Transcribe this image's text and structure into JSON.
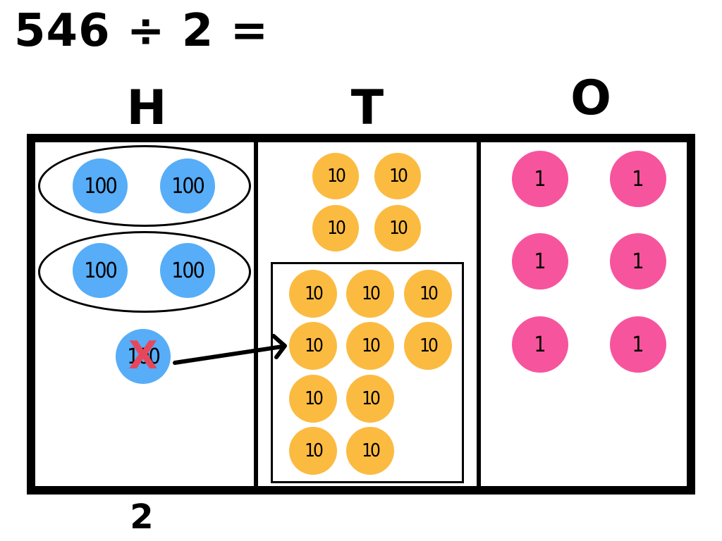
{
  "equation": "546 ÷ 2 =",
  "columns": {
    "hundreds": {
      "heading": "H",
      "answer": "2"
    },
    "tens": {
      "heading": "T"
    },
    "ones": {
      "heading": "O"
    }
  },
  "chips": {
    "hundred_label": "100",
    "ten_label": "10",
    "one_label": "1"
  },
  "regroup_mark": "X",
  "colors": {
    "hundred": "#57adf7",
    "ten": "#fbbb41",
    "one": "#f7549e",
    "cross": "#e8475b"
  }
}
